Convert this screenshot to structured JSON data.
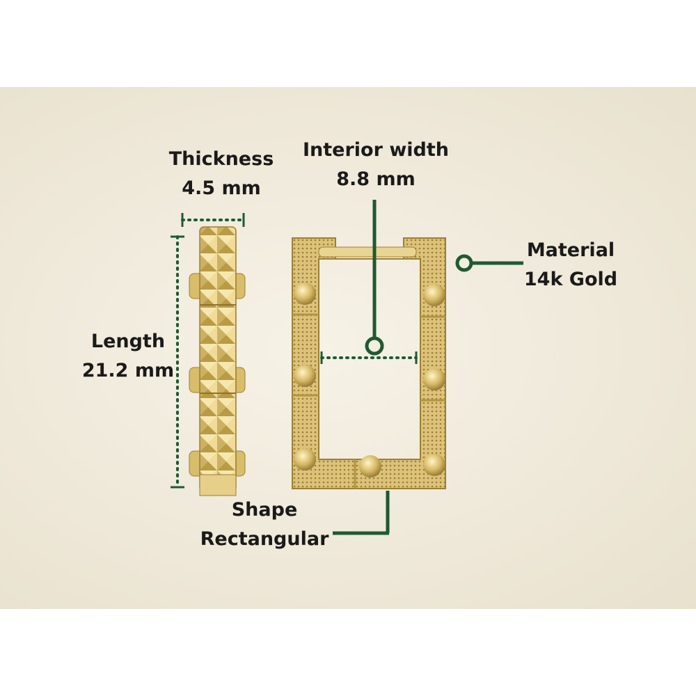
{
  "annotations": {
    "thickness": {
      "label": "Thickness",
      "value": "4.5 mm"
    },
    "interior_width": {
      "label": "Interior width",
      "value": "8.8 mm"
    },
    "length": {
      "label": "Length",
      "value": "21.2 mm"
    },
    "material": {
      "label": "Material",
      "value": "14k Gold"
    },
    "shape": {
      "label": "Shape",
      "value": "Rectangular"
    }
  },
  "colors": {
    "background": "#efe9da",
    "accent": "#1e5a32",
    "gold": "#d9bf6e",
    "gold_dark": "#a8893a",
    "gold_light": "#f3e3a4",
    "text": "#1a1a1a"
  }
}
